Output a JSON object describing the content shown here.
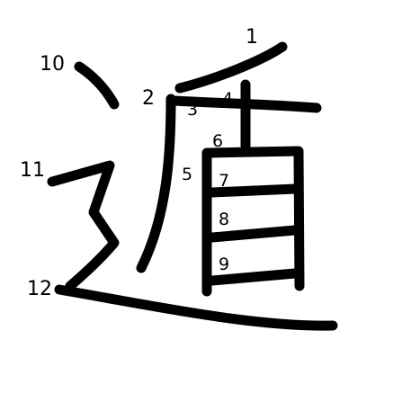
{
  "character": "遁",
  "stroke_numbers": [
    "1",
    "2",
    "3",
    "4",
    "5",
    "6",
    "7",
    "8",
    "9",
    "10",
    "11",
    "12"
  ],
  "colors": {
    "ink": "#000000",
    "background": "#ffffff"
  }
}
